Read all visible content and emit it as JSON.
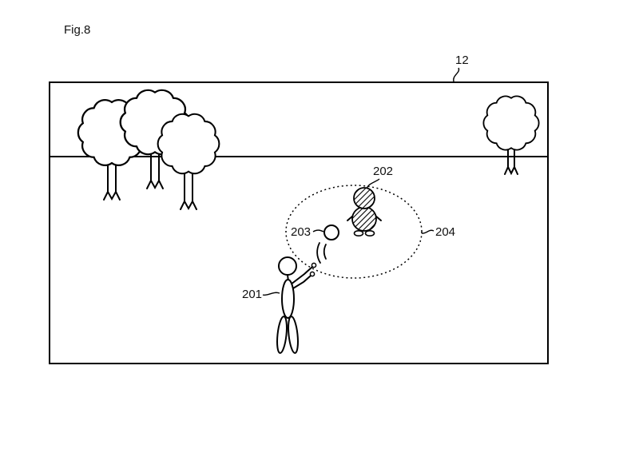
{
  "figure": {
    "fig_label": "Fig.8",
    "labels": {
      "screen": "12",
      "player": "201",
      "character": "202",
      "ball": "203",
      "region": "204"
    }
  },
  "colors": {
    "background": "#ffffff",
    "line": "#000000",
    "text": "#111111"
  }
}
